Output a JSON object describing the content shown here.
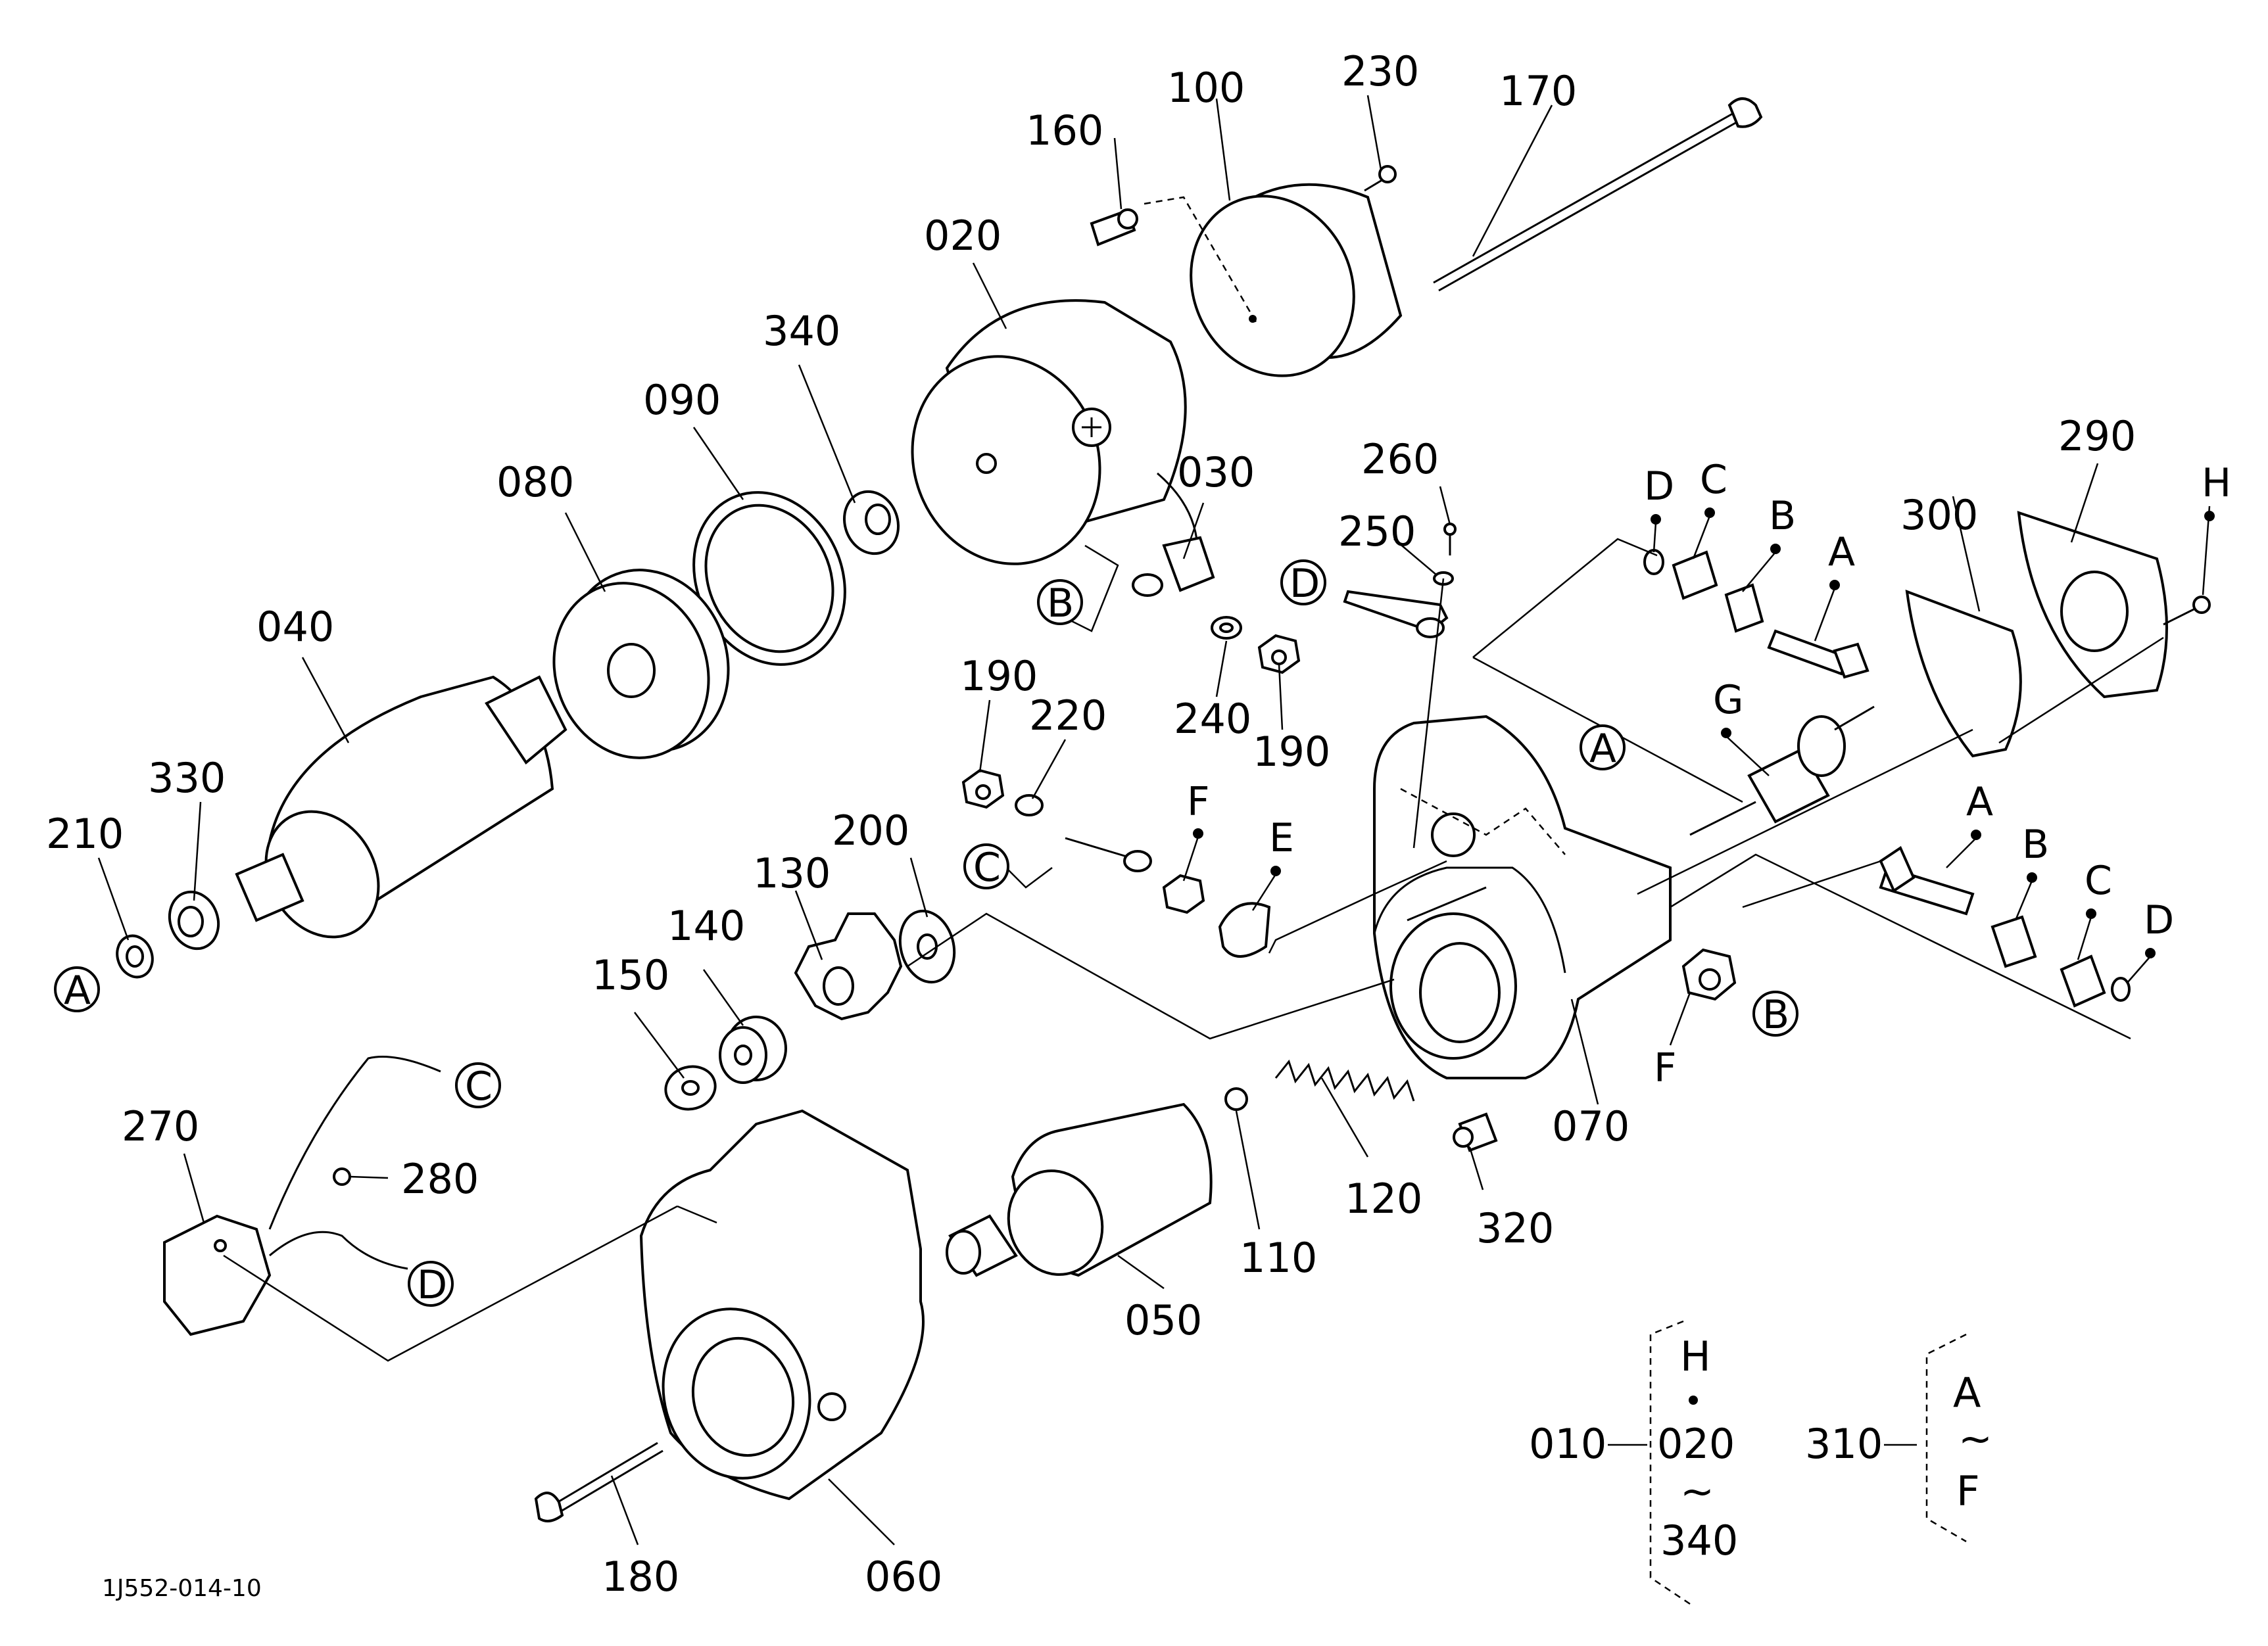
{
  "diagram_code": "1J552-014-10",
  "parts": {
    "p010": "010",
    "p020": "020",
    "p030": "030",
    "p040": "040",
    "p050": "050",
    "p060": "060",
    "p070": "070",
    "p080": "080",
    "p090": "090",
    "p100": "100",
    "p110": "110",
    "p120": "120",
    "p130": "130",
    "p140": "140",
    "p150": "150",
    "p160": "160",
    "p170": "170",
    "p180": "180",
    "p190": "190",
    "p200": "200",
    "p210": "210",
    "p220": "220",
    "p230": "230",
    "p240": "240",
    "p250": "250",
    "p260": "260",
    "p270": "270",
    "p280": "280",
    "p290": "290",
    "p300": "300",
    "p310": "310",
    "p320": "320",
    "p330": "330",
    "p340": "340"
  },
  "letters": {
    "A": "A",
    "B": "B",
    "C": "C",
    "D": "D",
    "E": "E",
    "F": "F",
    "G": "G",
    "H": "H"
  },
  "legend": {
    "assembly_010": {
      "code": "010",
      "top": "H",
      "from": "020",
      "tilde": "~",
      "to": "340"
    },
    "kit_310": {
      "code": "310",
      "from": "A",
      "tilde": "~",
      "to": "F"
    }
  }
}
